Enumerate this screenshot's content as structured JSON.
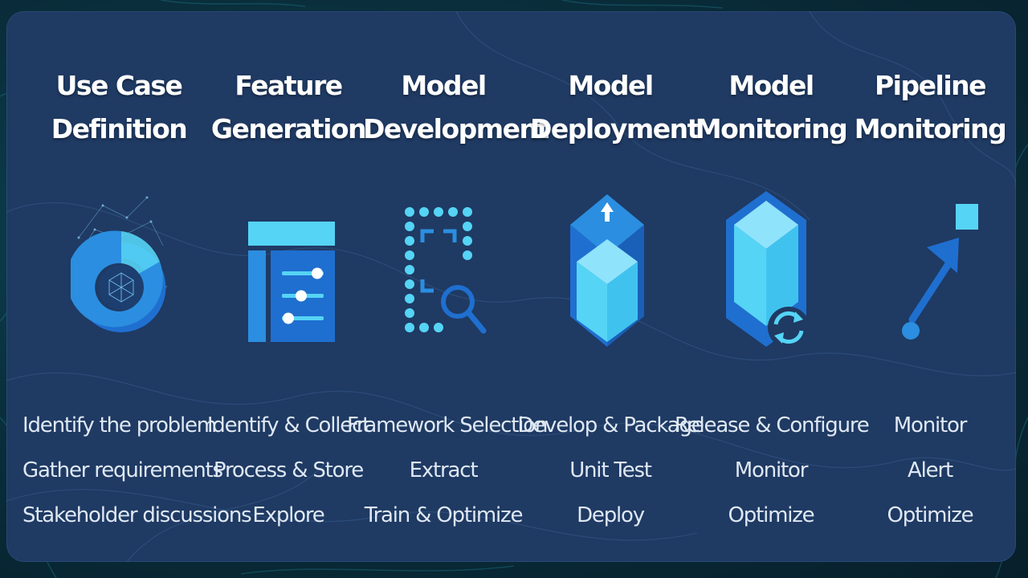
{
  "colors": {
    "panel": "#1f3a63",
    "background": "#0a2f3d",
    "icon_light": "#55d4f5",
    "icon_mid": "#2b8ee0",
    "icon_dark": "#1f6fd0",
    "title_text": "#ffffff",
    "step_text": "#dfe8f3"
  },
  "stages": [
    {
      "title_line1": "Use Case",
      "title_line2": "Definition",
      "icon": "donut-chart-icon",
      "steps": [
        "Identify the problem",
        "Gather requirements",
        "Stakeholder discussions"
      ]
    },
    {
      "title_line1": "Feature",
      "title_line2": "Generation",
      "icon": "sliders-panel-icon",
      "steps": [
        "Identify & Collect",
        "Process & Store",
        "Explore"
      ]
    },
    {
      "title_line1": "Model",
      "title_line2": "Development",
      "icon": "dot-grid-search-icon",
      "steps": [
        "Framework Selection",
        "Extract",
        "Train & Optimize"
      ]
    },
    {
      "title_line1": "Model",
      "title_line2": "Deployment",
      "icon": "package-upload-cube-icon",
      "steps": [
        "Develop & Package",
        "Unit Test",
        "Deploy"
      ]
    },
    {
      "title_line1": "Model",
      "title_line2": "Monitoring",
      "icon": "cube-refresh-icon",
      "steps": [
        "Release & Configure",
        "Monitor",
        "Optimize"
      ]
    },
    {
      "title_line1": "Pipeline",
      "title_line2": "Monitoring",
      "icon": "trend-arrow-icon",
      "steps": [
        "Monitor",
        "Alert",
        "Optimize"
      ]
    }
  ]
}
